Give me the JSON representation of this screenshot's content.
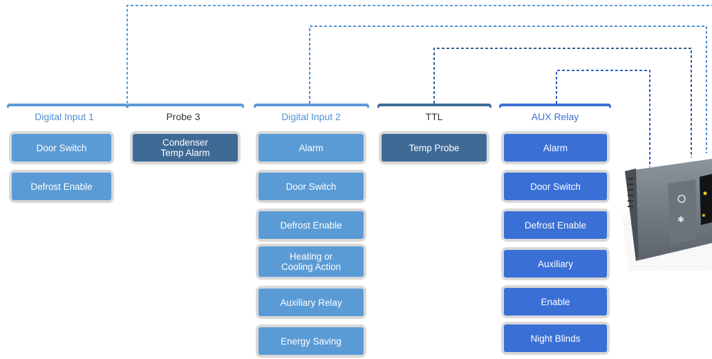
{
  "colors": {
    "light_blue": "#5b9bd5",
    "dark_blue": "#3f6a95",
    "royal_blue": "#3a6fd6",
    "line": "#2e6db4"
  },
  "groups": [
    {
      "title": "Digital Input 1",
      "items": [
        "Door Switch",
        "Defrost Enable"
      ]
    },
    {
      "title": "Probe 3",
      "items": [
        "Condenser\nTemp Alarm"
      ]
    },
    {
      "title": "Digital Input 2",
      "items": [
        "Alarm",
        "Door Switch",
        "Defrost Enable",
        "Heating or\nCooling Action",
        "Auxiliary Relay",
        "Energy Saving"
      ]
    },
    {
      "title": "TTL",
      "items": [
        "Temp Probe"
      ]
    },
    {
      "title": "AUX Relay",
      "items": [
        "Alarm",
        "Door Switch",
        "Defrost Enable",
        "Auxiliary",
        "Enable",
        "Night Blinds"
      ]
    }
  ],
  "device": {
    "icon": "controller-device-image",
    "snowflake_icon": "snowflake-icon",
    "sun_icon": "sun-icon"
  }
}
